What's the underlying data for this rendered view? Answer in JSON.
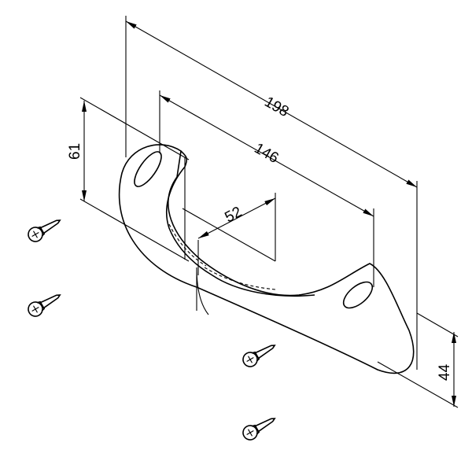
{
  "drawing": {
    "subject": "handle",
    "dimensions": {
      "overall_length": "198",
      "hole_spacing": "146",
      "depth": "52",
      "height": "61",
      "end_height": "44"
    },
    "screw_count": 4,
    "line_color": "#000000",
    "background": "#ffffff"
  }
}
